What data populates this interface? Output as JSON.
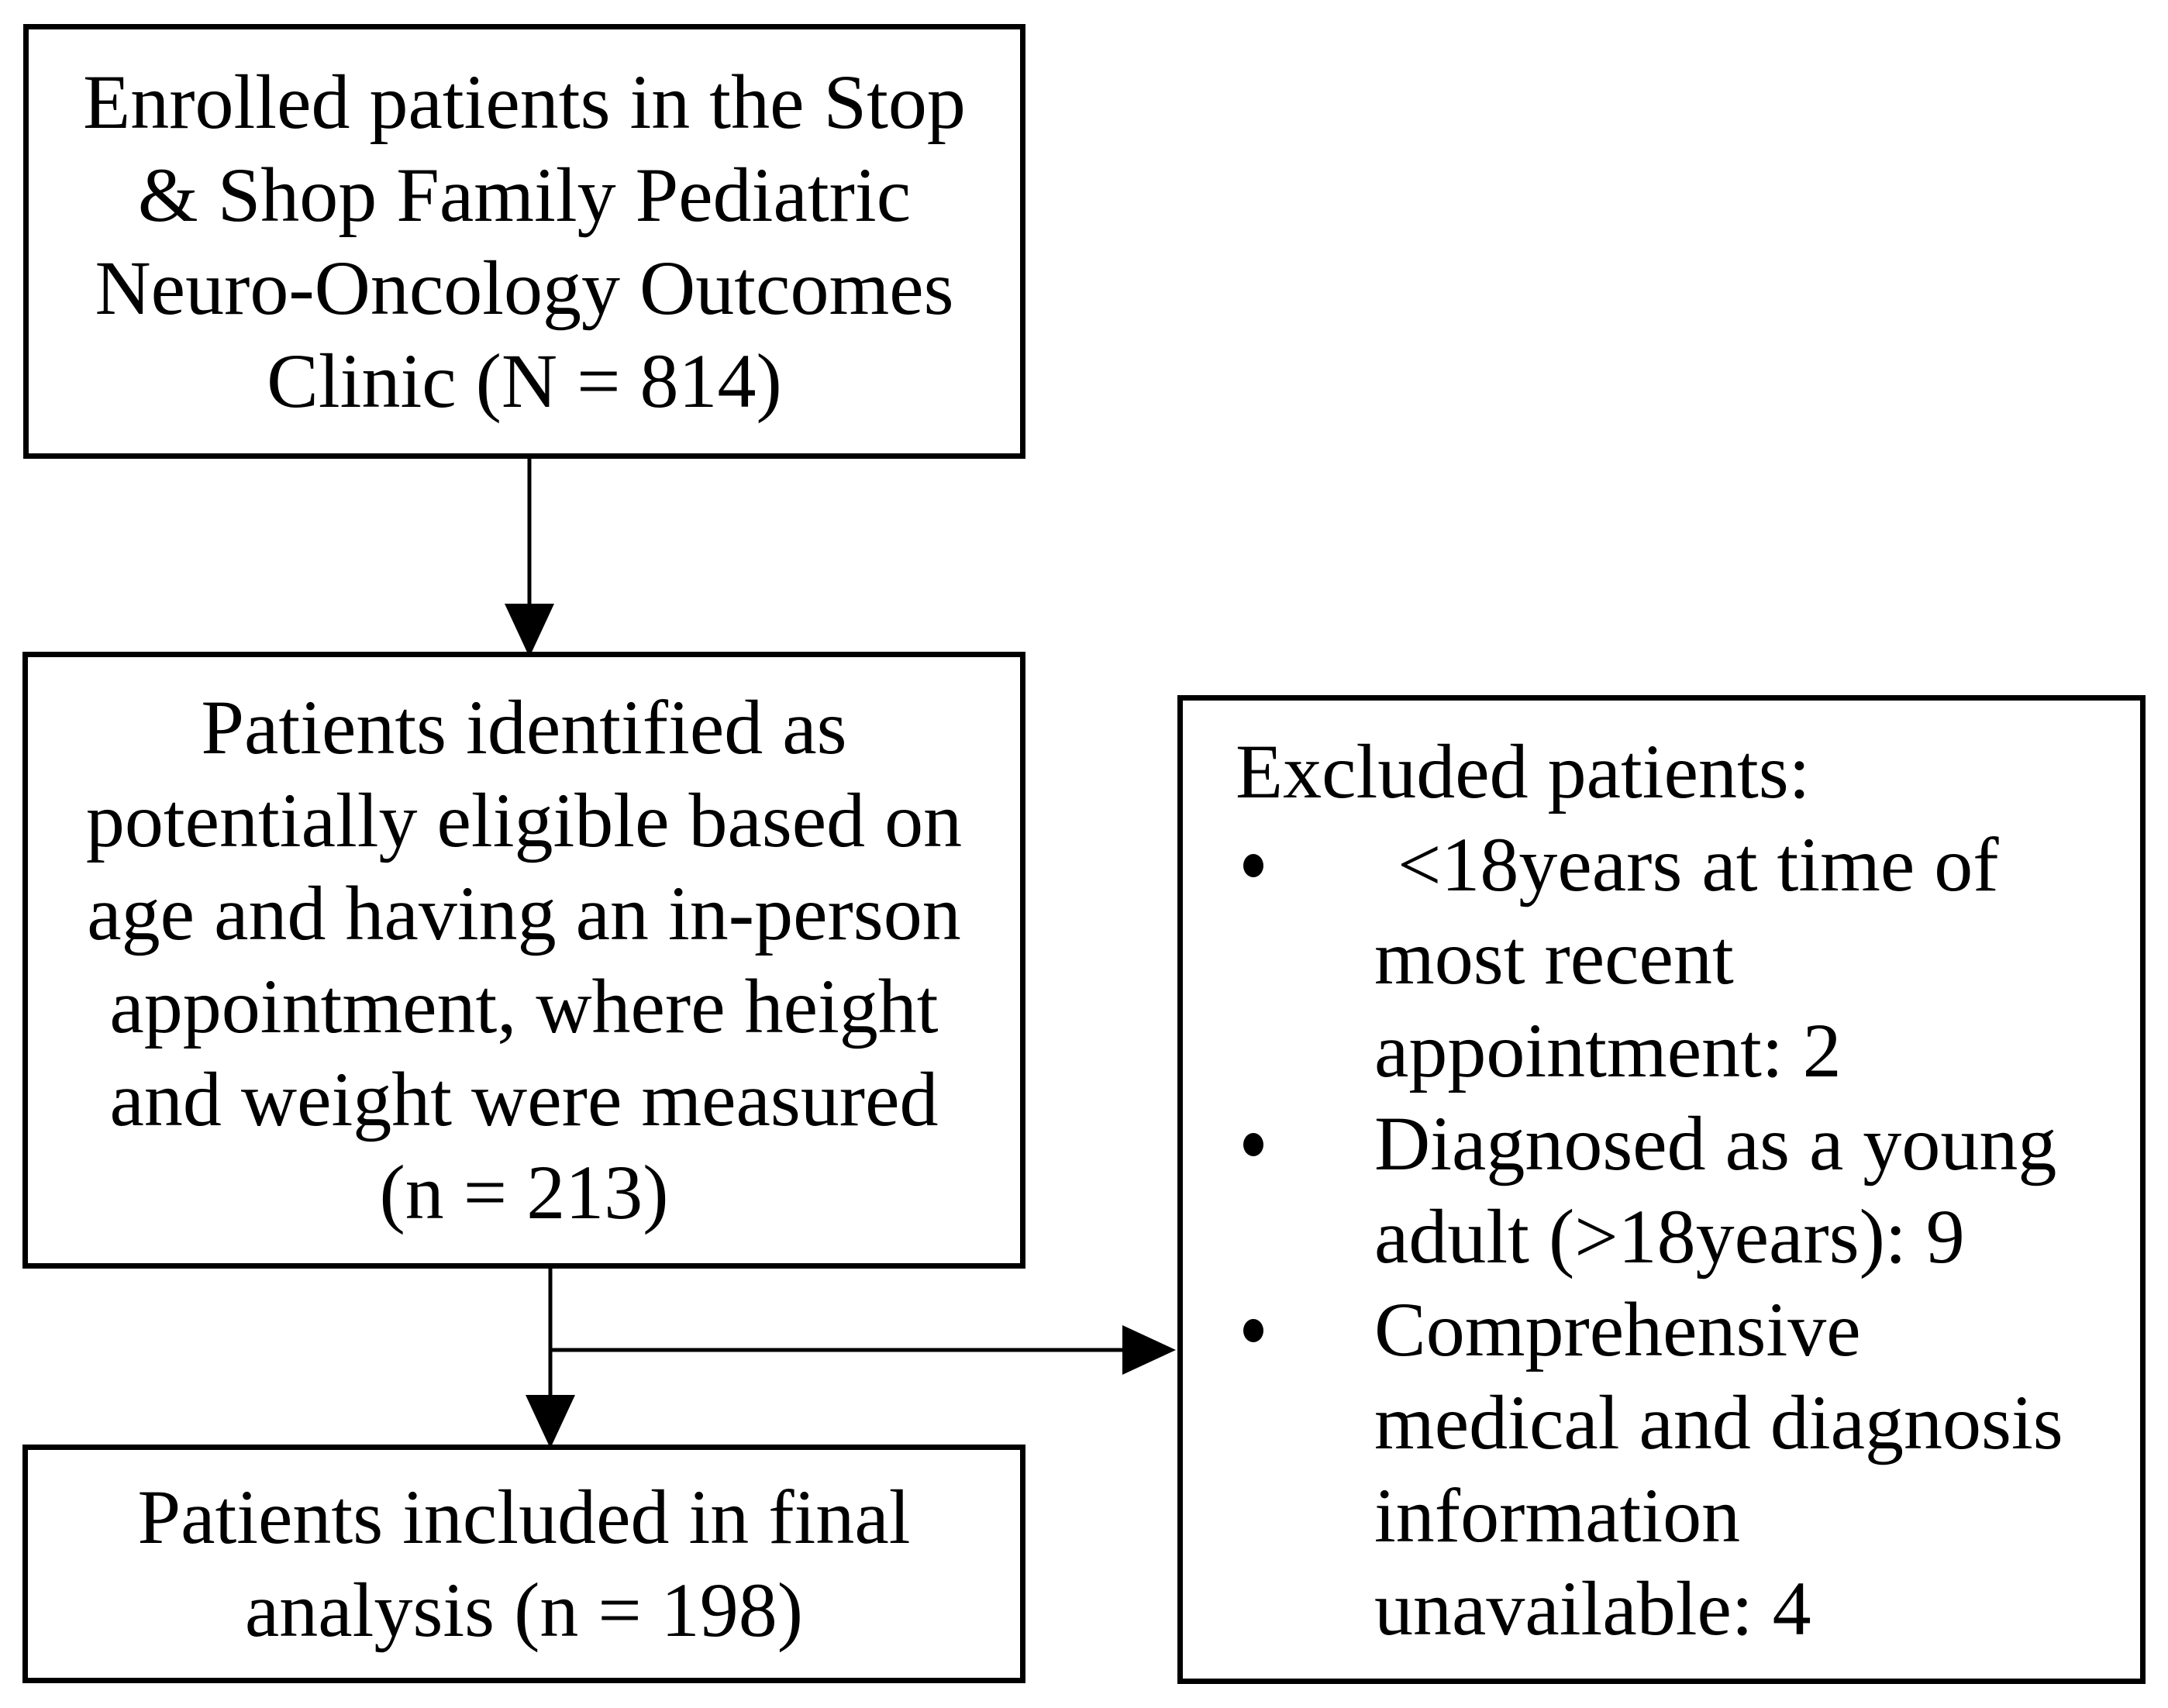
{
  "figure": {
    "type": "patient-flow-diagram",
    "colors": {
      "background": "#ffffff",
      "border": "#000000",
      "text": "#000000",
      "arrow": "#000000"
    },
    "boxes": {
      "enrolled": {
        "text": "Enrolled patients in the Stop\n& Shop Family Pediatric\nNeuro-Oncology Outcomes\nClinic (N = 814)",
        "count": 814
      },
      "eligible": {
        "text": "Patients identified as\npotentially eligible based on\nage and having an in-person\nappointment, where height\nand weight were measured\n(n = 213)",
        "count": 213
      },
      "final": {
        "text": "Patients included in final\nanalysis (n = 198)",
        "count": 198
      },
      "excluded": {
        "title": "Excluded patients:",
        "bullets": [
          "<18years at time of\nmost recent\nappointment: 2",
          "Diagnosed as a young\nadult (>18years): 9",
          "Comprehensive\nmedical and diagnosis\ninformation\nunavailable: 4"
        ],
        "counts": {
          "under_18_at_most_recent_appointment": 2,
          "diagnosed_as_young_adult": 9,
          "comprehensive_info_unavailable": 4
        }
      }
    }
  }
}
